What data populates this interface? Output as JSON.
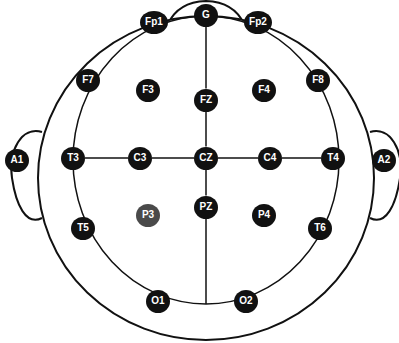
{
  "diagram": {
    "nodes": [
      {
        "text": [
          "Fp1"
        ]
      },
      {
        "text": [
          "G"
        ]
      },
      {
        "text": [
          "Fp2"
        ]
      },
      {
        "text": [
          "F7"
        ]
      },
      {
        "text": [
          "F3"
        ]
      },
      {
        "text": [
          "FZ"
        ]
      },
      {
        "text": [
          "F4"
        ]
      },
      {
        "text": [
          "F8"
        ]
      },
      {
        "text": [
          "A1"
        ]
      },
      {
        "text": [
          "T3"
        ]
      },
      {
        "text": [
          "C3"
        ]
      },
      {
        "text": [
          "CZ"
        ]
      },
      {
        "text": [
          "C4"
        ]
      },
      {
        "text": [
          "T4"
        ]
      },
      {
        "text": [
          "A2"
        ]
      },
      {
        "text": [
          "T5"
        ]
      },
      {
        "text": [
          "P3"
        ]
      },
      {
        "text": [
          "PZ"
        ]
      },
      {
        "text": [
          "P4"
        ]
      },
      {
        "text": [
          "T6"
        ]
      },
      {
        "text": [
          "O1"
        ]
      },
      {
        "text": [
          "O2"
        ]
      }
    ],
    "edges": [
      {
        "from": 1,
        "to": 5,
        "arrow": "none"
      },
      {
        "from": 5,
        "to": 11,
        "arrow": "none"
      },
      {
        "from": 11,
        "to": 17,
        "arrow": "none"
      },
      {
        "from": 9,
        "to": 10,
        "arrow": "none"
      },
      {
        "from": 10,
        "to": 11,
        "arrow": "none"
      },
      {
        "from": 11,
        "to": 12,
        "arrow": "none"
      },
      {
        "from": 12,
        "to": 13,
        "arrow": "none"
      }
    ]
  }
}
